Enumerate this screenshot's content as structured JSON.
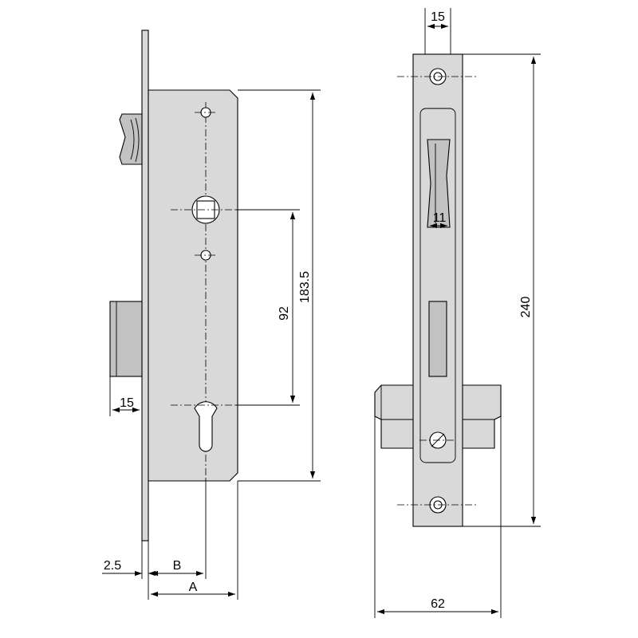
{
  "dimensions": {
    "backset_cylinder": "2.5",
    "b": "B",
    "a": "A",
    "latch_width": "15",
    "center_distance": "92",
    "case_height": "183.5",
    "front_width": "15",
    "front_length": "240",
    "latch_thickness": "11",
    "total_depth": "62"
  }
}
